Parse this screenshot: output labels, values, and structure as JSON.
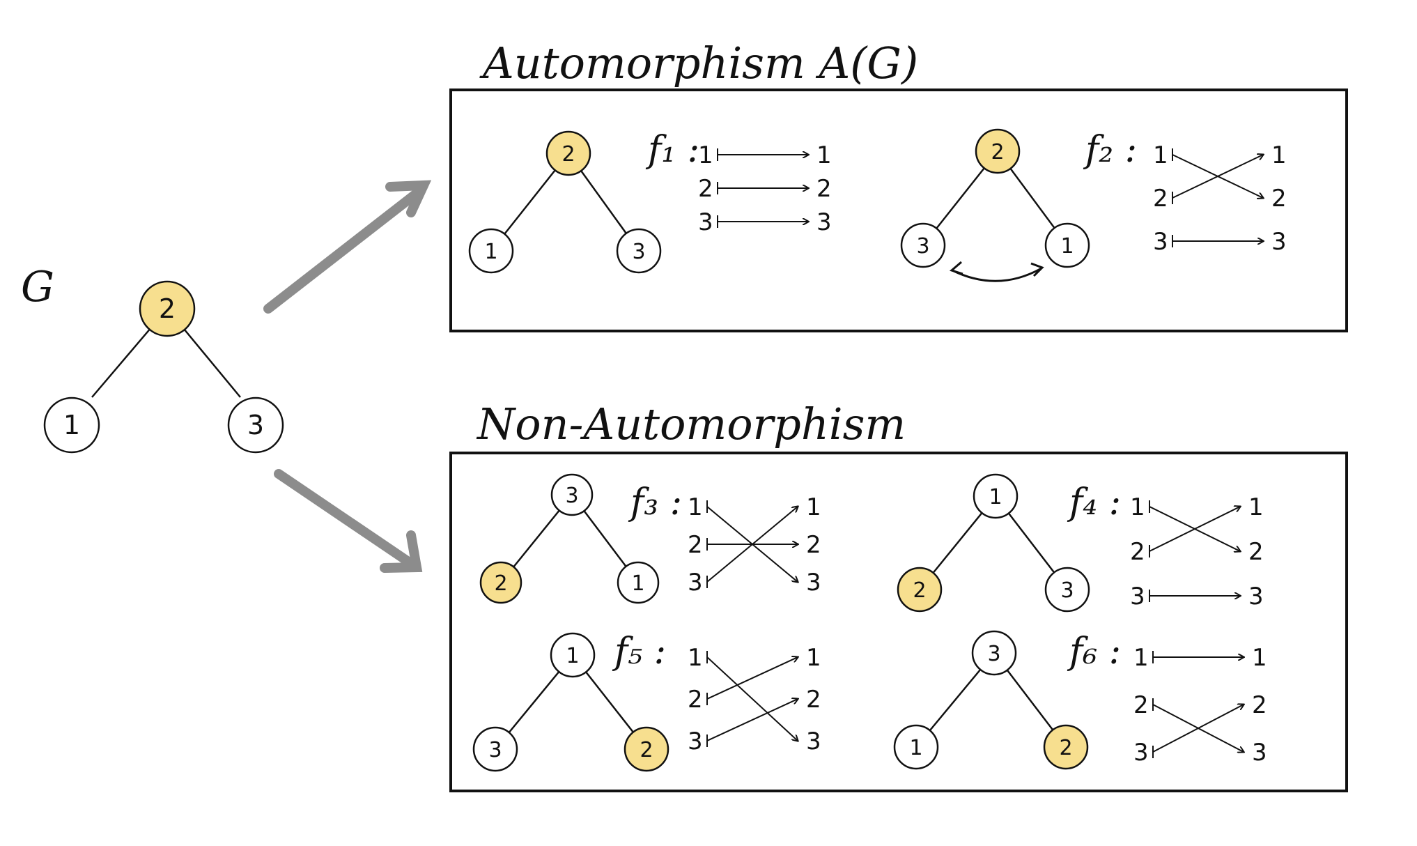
{
  "graph_label": "G",
  "titles": {
    "automorphism": "Automorphism A(G)",
    "non_automorphism": "Non-Automorphism"
  },
  "colors": {
    "highlight_fill": "#f7df8f",
    "node_fill": "#ffffff",
    "stroke": "#111111",
    "arrow": "#8c8c8c"
  },
  "source_graph": {
    "top": "2",
    "left": "1",
    "right": "3"
  },
  "mappings": [
    {
      "name": "f₁",
      "top": "2",
      "left": "1",
      "right": "3",
      "highlight": "top",
      "pairs": [
        [
          "1",
          "1"
        ],
        [
          "2",
          "2"
        ],
        [
          "3",
          "3"
        ]
      ]
    },
    {
      "name": "f₂",
      "top": "2",
      "left": "3",
      "right": "1",
      "highlight": "top",
      "pairs": [
        [
          "1",
          "2"
        ],
        [
          "2",
          "1"
        ],
        [
          "3",
          "3"
        ]
      ]
    },
    {
      "name": "f₃",
      "top": "3",
      "left": "2",
      "right": "1",
      "highlight": "left",
      "pairs": [
        [
          "1",
          "3"
        ],
        [
          "2",
          "2"
        ],
        [
          "3",
          "1"
        ]
      ]
    },
    {
      "name": "f₄",
      "top": "1",
      "left": "2",
      "right": "3",
      "highlight": "left",
      "pairs": [
        [
          "1",
          "2"
        ],
        [
          "2",
          "1"
        ],
        [
          "3",
          "3"
        ]
      ]
    },
    {
      "name": "f₅",
      "top": "1",
      "left": "3",
      "right": "2",
      "highlight": "right",
      "pairs": [
        [
          "1",
          "3"
        ],
        [
          "2",
          "1"
        ],
        [
          "3",
          "2"
        ]
      ]
    },
    {
      "name": "f₆",
      "top": "3",
      "left": "1",
      "right": "2",
      "highlight": "right",
      "pairs": [
        [
          "1",
          "1"
        ],
        [
          "2",
          "3"
        ],
        [
          "3",
          "2"
        ]
      ]
    }
  ]
}
